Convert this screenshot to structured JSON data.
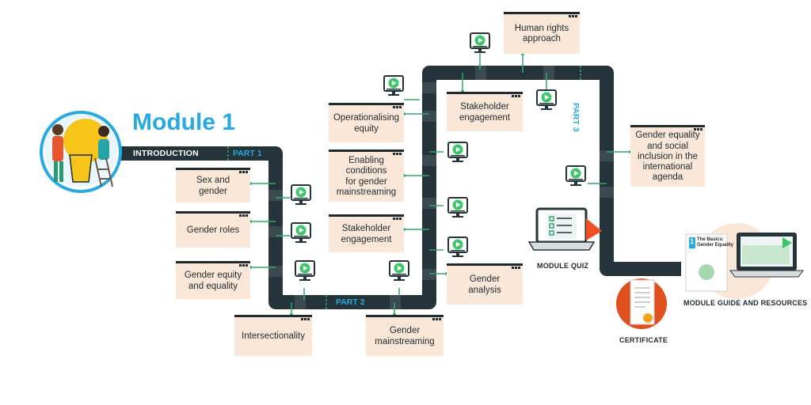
{
  "title": "Module 1",
  "introduction_label": "INTRODUCTION",
  "parts": {
    "part1": "PART 1",
    "part2": "PART 2",
    "part3": "PART 3"
  },
  "topics": {
    "sex_and_gender": "Sex and\ngender",
    "gender_roles": "Gender roles",
    "gender_equity_equality": "Gender equity\nand equality",
    "intersectionality": "Intersectionality",
    "gender_mainstreaming": "Gender\nmainstreaming",
    "gender_analysis": "Gender\nanalysis",
    "stakeholder_engagement_lower": "Stakeholder\nengagement",
    "enabling_conditions": "Enabling\nconditions\nfor gender\nmainstreaming",
    "operationalising_equity": "Operationalising\nequity",
    "stakeholder_engagement_upper": "Stakeholder\nengagement",
    "human_rights_approach": "Human rights\napproach",
    "gender_equality_international": "Gender equality\nand social\ninclusion in the\ninternational\nagenda"
  },
  "extras": {
    "module_quiz": "MODULE QUIZ",
    "certificate": "CERTIFICATE",
    "module_guide": "MODULE GUIDE AND RESOURCES",
    "guide_book_title": "The Basics:\nGender Equality",
    "guide_book_number": "1"
  },
  "colors": {
    "track": "#25343a",
    "track_highlight": "#3b4a50",
    "accent_blue": "#29a9e1",
    "connector_green": "#2ea86a",
    "card_bg": "#fae7d7",
    "card_border": "#1f2a30",
    "video_play": "#3cc66a",
    "quiz_orange": "#f04e23",
    "certificate_orange": "#e0501f"
  }
}
